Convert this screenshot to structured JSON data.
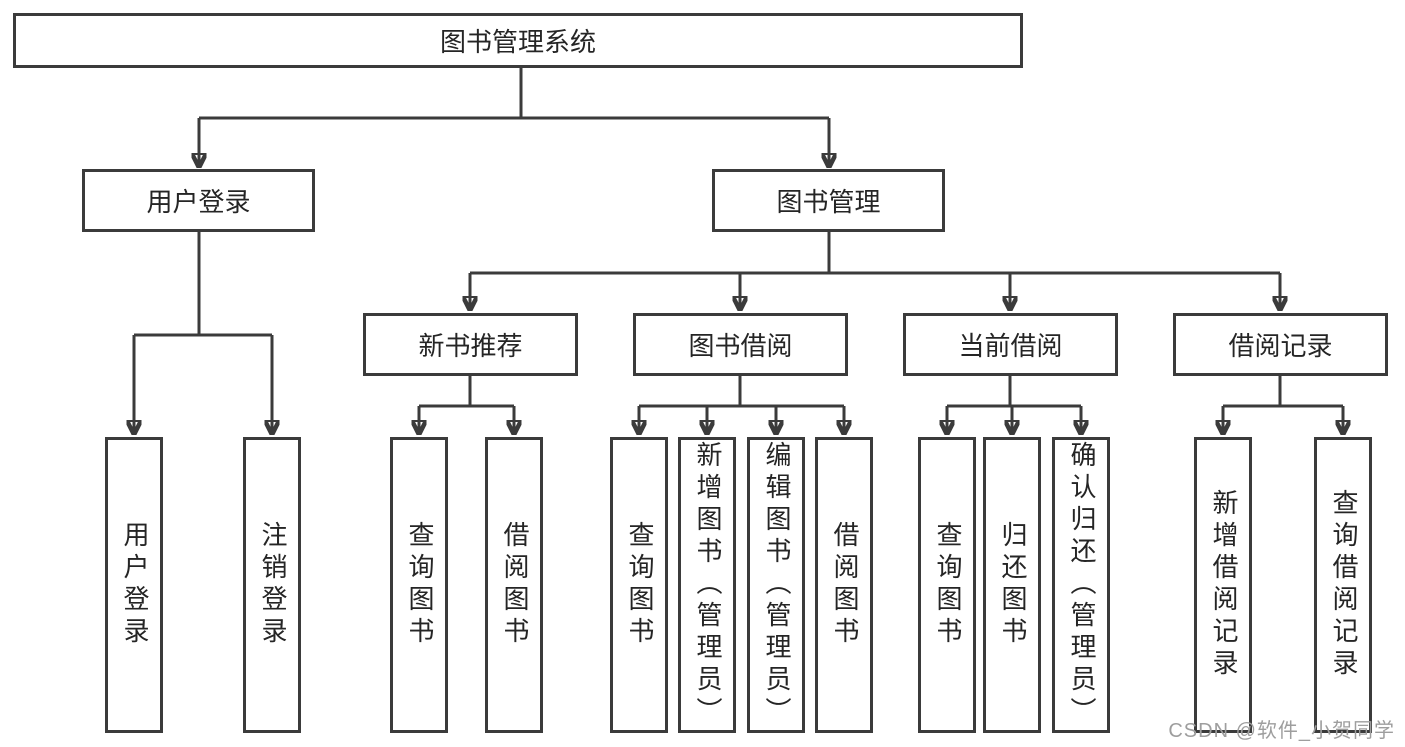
{
  "palette": {
    "line_color": "#3b3b3b",
    "text_color": "#252525",
    "box_background": "#ffffff",
    "watermark_color": "#9e9e9e",
    "page_background": "#ffffff"
  },
  "watermark": {
    "text": "CSDN @软件_小贺同学"
  },
  "tree": {
    "label": "图书管理系统",
    "children": [
      {
        "label": "用户登录",
        "children": [
          {
            "label": "用户登录"
          },
          {
            "label": "注销登录"
          }
        ]
      },
      {
        "label": "图书管理",
        "children": [
          {
            "label": "新书推荐",
            "children": [
              {
                "label": "查询图书"
              },
              {
                "label": "借阅图书"
              }
            ]
          },
          {
            "label": "图书借阅",
            "children": [
              {
                "label": "查询图书"
              },
              {
                "label": "新增图书（管理员）"
              },
              {
                "label": "编辑图书（管理员）"
              },
              {
                "label": "借阅图书"
              }
            ]
          },
          {
            "label": "当前借阅",
            "children": [
              {
                "label": "查询图书"
              },
              {
                "label": "归还图书"
              },
              {
                "label": "确认归还（管理员）"
              }
            ]
          },
          {
            "label": "借阅记录",
            "children": [
              {
                "label": "新增借阅记录"
              },
              {
                "label": "查询借阅记录"
              }
            ]
          }
        ]
      }
    ]
  }
}
